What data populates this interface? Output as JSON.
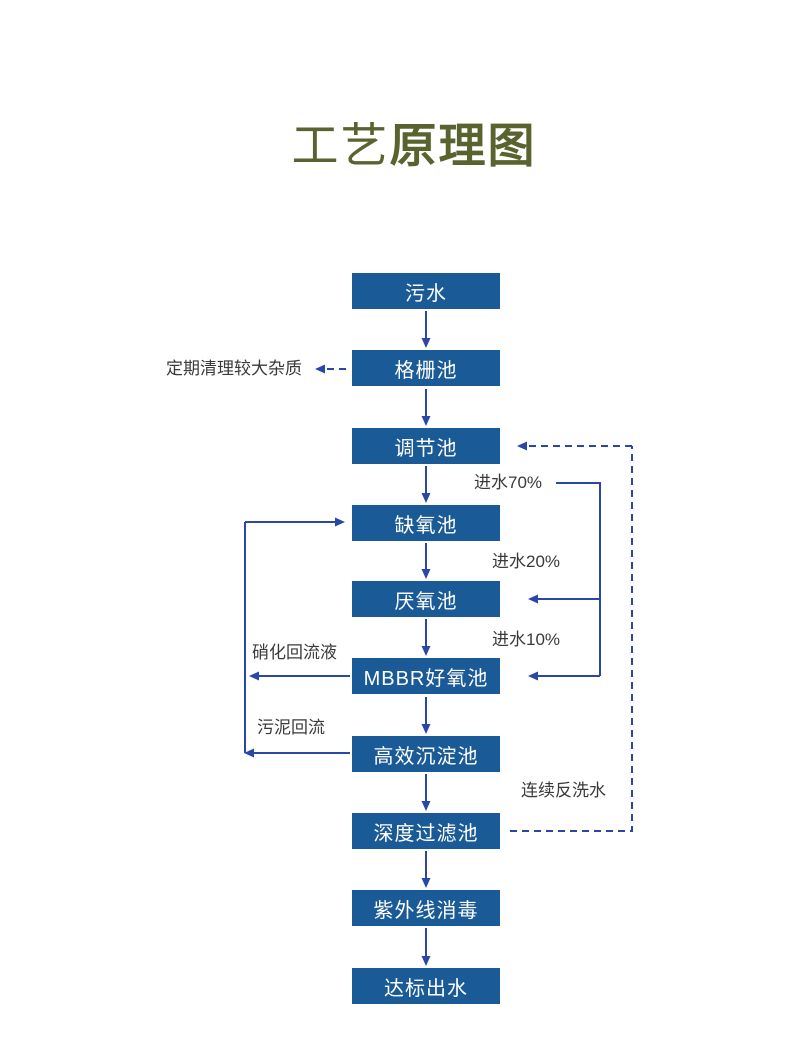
{
  "title": {
    "normal": "工艺",
    "bold": "原理图"
  },
  "colors": {
    "box": "#1a5a96",
    "line": "#2a47a8",
    "title": "#59632e",
    "label": "#3a3a3a",
    "boxtext": "#ffffff",
    "bg": "#ffffff"
  },
  "nodes": [
    {
      "label": "污水"
    },
    {
      "label": "格栅池"
    },
    {
      "label": "调节池"
    },
    {
      "label": "缺氧池"
    },
    {
      "label": "厌氧池"
    },
    {
      "label": "MBBR好氧池"
    },
    {
      "label": "高效沉淀池"
    },
    {
      "label": "深度过滤池"
    },
    {
      "label": "紫外线消毒"
    },
    {
      "label": "达标出水"
    }
  ],
  "annotations": {
    "clean_note": "定期清理较大杂质",
    "inflow70": "进水70%",
    "inflow20": "进水20%",
    "inflow10": "进水10%",
    "nitrification_return": "硝化回流液",
    "sludge_return": "污泥回流",
    "backwash": "连续反洗水"
  }
}
